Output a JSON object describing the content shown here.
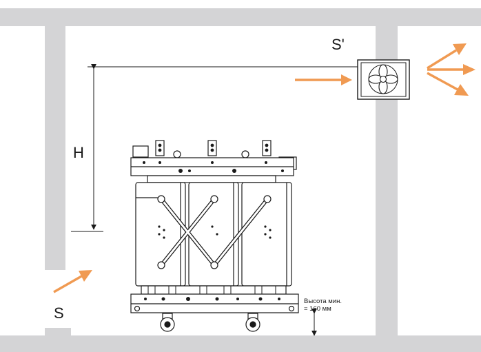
{
  "labels": {
    "inlet": "S",
    "outlet": "S'",
    "height": "H",
    "min_height_line1": "Высота мин.",
    "min_height_line2": "= 160 мм"
  },
  "colors": {
    "wall": "#d4d4d6",
    "arrow": "#f09a52",
    "line": "#1a1a1a"
  },
  "icons": {
    "fan": "fan-icon",
    "transformer": "transformer-icon"
  }
}
